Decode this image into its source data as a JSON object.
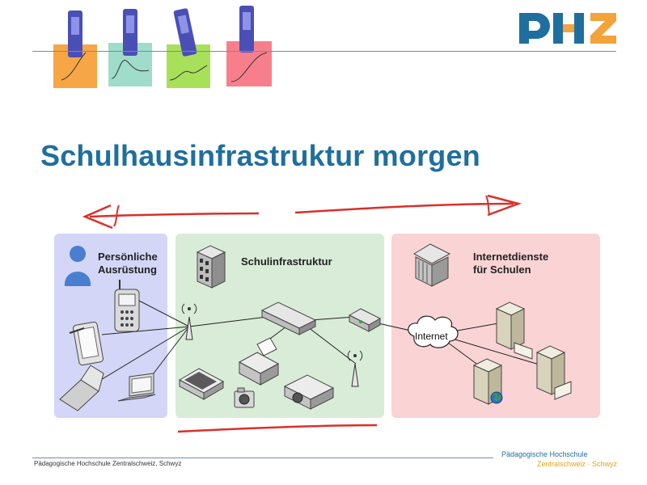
{
  "slide": {
    "title": "Schulhausinfrastruktur morgen"
  },
  "panels": {
    "personal": {
      "label": "Persönliche\nAusrüstung",
      "color": "#d3d6f6"
    },
    "school": {
      "label": "Schulinfrastruktur",
      "color": "#d8ecd7"
    },
    "internet_services": {
      "label": "Internetdienste\nfür Schulen",
      "color": "#fad3d5"
    }
  },
  "network": {
    "cloud_label": "Internet"
  },
  "footer": {
    "institution": "Pädagogische Hochschule Zentralschweiz, Schwyz",
    "logo_line1": "Pädagogische Hochschule",
    "logo_line2": "Zentralschweiz · Schwyz"
  },
  "colors": {
    "title": "#1f6f9e",
    "accent_orange": "#f2a33a",
    "annotation_red": "#d9302a"
  },
  "icons": [
    "user-icon",
    "mobile-phone-icon",
    "tablet-icon",
    "flip-phone-icon",
    "laptop-icon",
    "server-building-icon",
    "wireless-access-point-icon",
    "network-switch-icon",
    "router-icon",
    "printer-icon",
    "scanner-icon",
    "camera-icon",
    "projector-icon",
    "bank-building-icon",
    "server-icon",
    "globe-icon",
    "cloud-icon"
  ]
}
